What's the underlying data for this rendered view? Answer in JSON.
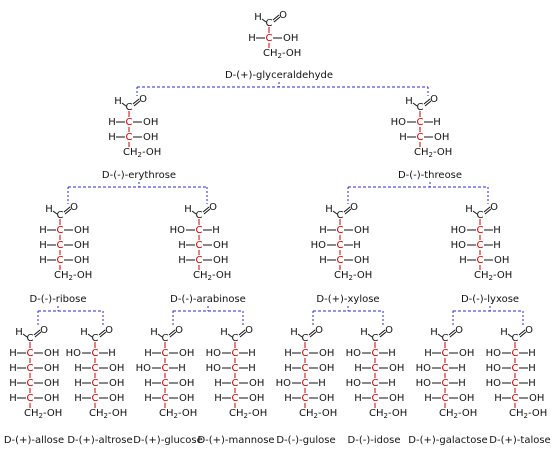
{
  "colors": {
    "background": "#ffffff",
    "text": "#111111",
    "chiral_carbon": "#cc0000",
    "connector": "#2a2ad0"
  },
  "molecules": [
    {
      "id": "glyceraldehyde",
      "name": "D-(+)-glyceraldehyde",
      "config": [
        "R"
      ]
    },
    {
      "id": "erythrose",
      "name": "D-(-)-erythrose",
      "config": [
        "R",
        "R"
      ]
    },
    {
      "id": "threose",
      "name": "D-(-)-threose",
      "config": [
        "L",
        "R"
      ]
    },
    {
      "id": "ribose",
      "name": "D-(-)-ribose",
      "config": [
        "R",
        "R",
        "R"
      ]
    },
    {
      "id": "arabinose",
      "name": "D-(-)-arabinose",
      "config": [
        "L",
        "R",
        "R"
      ]
    },
    {
      "id": "xylose",
      "name": "D-(+)-xylose",
      "config": [
        "R",
        "L",
        "R"
      ]
    },
    {
      "id": "lyxose",
      "name": "D-(-)-lyxose",
      "config": [
        "L",
        "L",
        "R"
      ]
    },
    {
      "id": "allose",
      "name": "D-(+)-allose",
      "config": [
        "R",
        "R",
        "R",
        "R"
      ]
    },
    {
      "id": "altrose",
      "name": "D-(+)-altrose",
      "config": [
        "L",
        "R",
        "R",
        "R"
      ]
    },
    {
      "id": "glucose",
      "name": "D-(+)-glucose",
      "config": [
        "R",
        "L",
        "R",
        "R"
      ]
    },
    {
      "id": "mannose",
      "name": "D-(+)-mannose",
      "config": [
        "L",
        "L",
        "R",
        "R"
      ]
    },
    {
      "id": "gulose",
      "name": "D-(-)-gulose",
      "config": [
        "R",
        "R",
        "L",
        "R"
      ]
    },
    {
      "id": "idose",
      "name": "D-(-)-idose",
      "config": [
        "L",
        "R",
        "L",
        "R"
      ]
    },
    {
      "id": "galactose",
      "name": "D-(+)-galactose",
      "config": [
        "R",
        "L",
        "L",
        "R"
      ]
    },
    {
      "id": "talose",
      "name": "D-(+)-talose",
      "config": [
        "L",
        "L",
        "L",
        "R"
      ]
    }
  ],
  "edges": [
    [
      "glyceraldehyde",
      "erythrose"
    ],
    [
      "glyceraldehyde",
      "threose"
    ],
    [
      "erythrose",
      "ribose"
    ],
    [
      "erythrose",
      "arabinose"
    ],
    [
      "threose",
      "xylose"
    ],
    [
      "threose",
      "lyxose"
    ],
    [
      "ribose",
      "allose"
    ],
    [
      "ribose",
      "altrose"
    ],
    [
      "arabinose",
      "glucose"
    ],
    [
      "arabinose",
      "mannose"
    ],
    [
      "xylose",
      "gulose"
    ],
    [
      "xylose",
      "idose"
    ],
    [
      "lyxose",
      "galactose"
    ],
    [
      "lyxose",
      "talose"
    ]
  ],
  "atoms": {
    "H": "H",
    "C": "C",
    "O": "O",
    "OH": "OH",
    "HO": "HO",
    "CH2": "CH",
    "sub2": "2",
    "terminal_OH": "-OH"
  }
}
